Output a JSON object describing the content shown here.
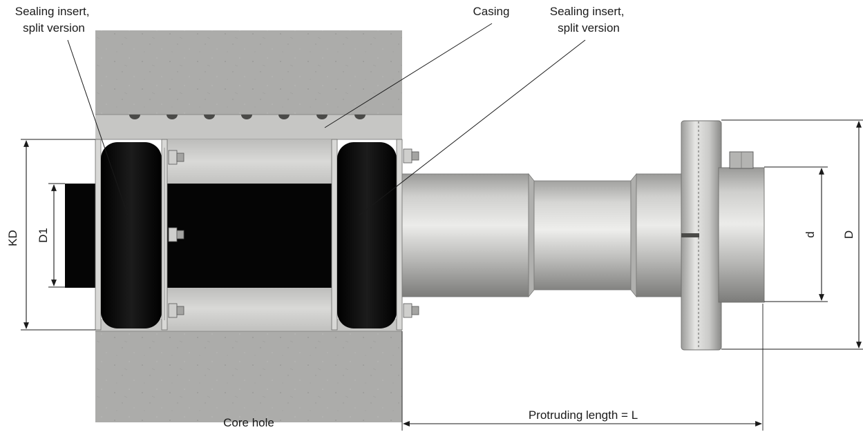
{
  "labels": {
    "sealing_insert_left": [
      "Sealing insert,",
      "split version"
    ],
    "casing": "Casing",
    "sealing_insert_right": [
      "Sealing insert,",
      "split version"
    ],
    "core_hole": "Core hole",
    "protruding_length": "Protruding length = L"
  },
  "dimensions": {
    "kd": "KD",
    "d1": "D1",
    "d_small": "d",
    "d_large": "D"
  },
  "colors": {
    "concrete": "#a9a9a7",
    "casing": "#c4c4c2",
    "seal": "#0a0a0a",
    "pipe_light": "#e2e2e0",
    "pipe_dark": "#8e8e8c",
    "line": "#1a1a1a"
  },
  "icons": {
    "arrow": "arrowhead-triangle",
    "bolt": "hex-bolt"
  }
}
